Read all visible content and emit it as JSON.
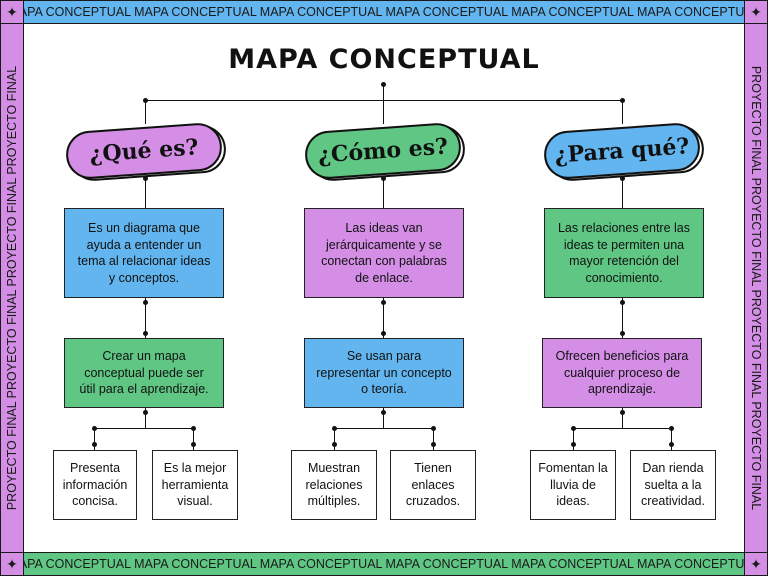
{
  "banner": {
    "top": "MAPA CONCEPTUAL MAPA CONCEPTUAL MAPA CONCEPTUAL MAPA CONCEPTUAL MAPA CONCEPTUAL MAPA CONCEPTUAL",
    "bottom": "MAPA CONCEPTUAL MAPA CONCEPTUAL MAPA CONCEPTUAL MAPA CONCEPTUAL MAPA CONCEPTUAL MAPA CONCEPTUAL",
    "left": "PROYECTO FINAL PROYECTO FINAL PROYECTO FINAL PROYECTO FINAL",
    "right": "PROYECTO FINAL PROYECTO FINAL PROYECTO FINAL PROYECTO FINAL",
    "sparkle": "✦"
  },
  "title": "MAPA CONCEPTUAL",
  "colors": {
    "blue": "#62b5ee",
    "green": "#5fc783",
    "purple": "#d48ee6"
  },
  "columns": [
    {
      "heading": "¿Qué es?",
      "box1": "Es un diagrama que ayuda a entender un tema al relacionar ideas y conceptos.",
      "box2": "Crear un mapa conceptual puede ser útil para el aprendizaje.",
      "leaves": [
        "Presenta información concisa.",
        "Es la mejor herramienta visual."
      ]
    },
    {
      "heading": "¿Cómo es?",
      "box1": "Las ideas van jerárquicamente y se conectan con palabras de enlace.",
      "box2": "Se usan para representar un concepto o teoría.",
      "leaves": [
        "Muestran relaciones múltiples.",
        "Tienen enlaces cruzados."
      ]
    },
    {
      "heading": "¿Para qué?",
      "box1": "Las relaciones entre las ideas te permiten una mayor retención del conocimiento.",
      "box2": "Ofrecen beneficios para cualquier proceso de aprendizaje.",
      "leaves": [
        "Fomentan la lluvia de ideas.",
        "Dan rienda suelta a la creatividad."
      ]
    }
  ]
}
